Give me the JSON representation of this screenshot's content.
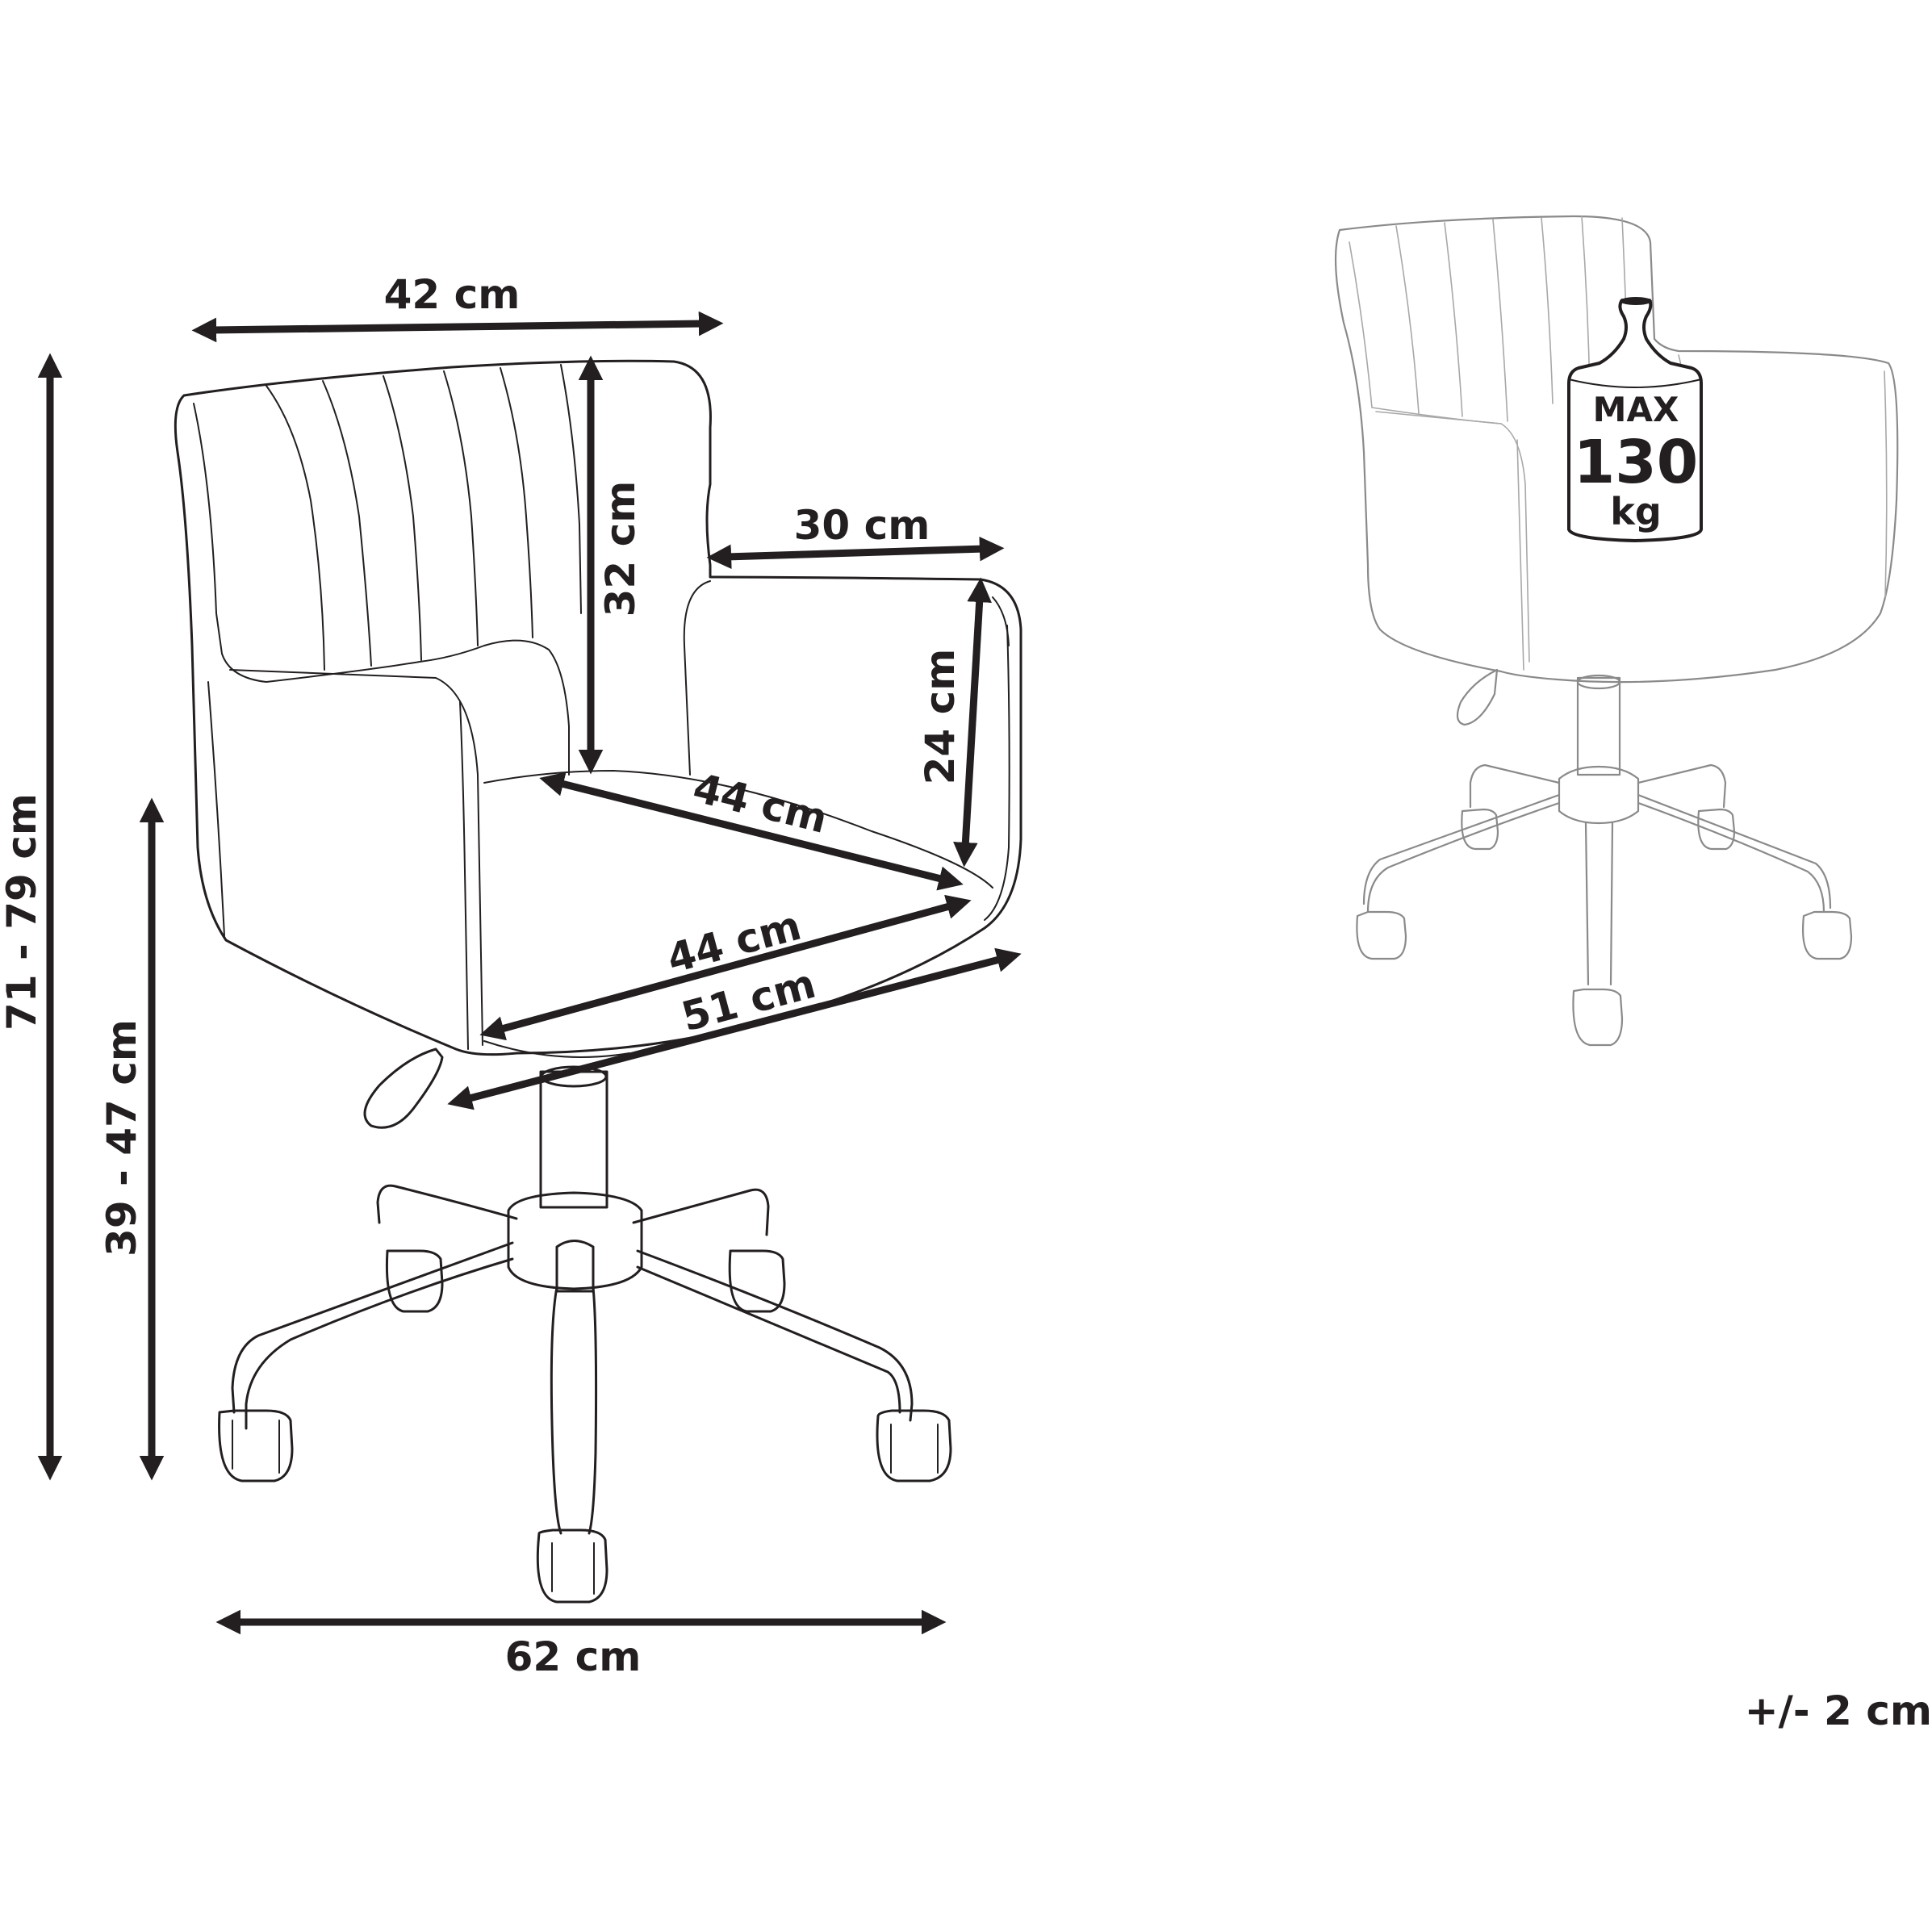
{
  "dimensions": {
    "total_height": "71 - 79 cm",
    "seat_height": "39 - 47 cm",
    "back_width": "42 cm",
    "back_height": "32 cm",
    "armrest_depth": "30 cm",
    "armrest_height": "24 cm",
    "seat_depth": "44 cm",
    "seat_width": "44 cm",
    "total_depth": "51 cm",
    "base_width": "62 cm"
  },
  "weight_badge": {
    "line1": "MAX",
    "line2": "130",
    "line3": "kg"
  },
  "tolerance": "+/- 2 cm",
  "icons": [
    "weight-icon",
    "arrow-icon"
  ]
}
